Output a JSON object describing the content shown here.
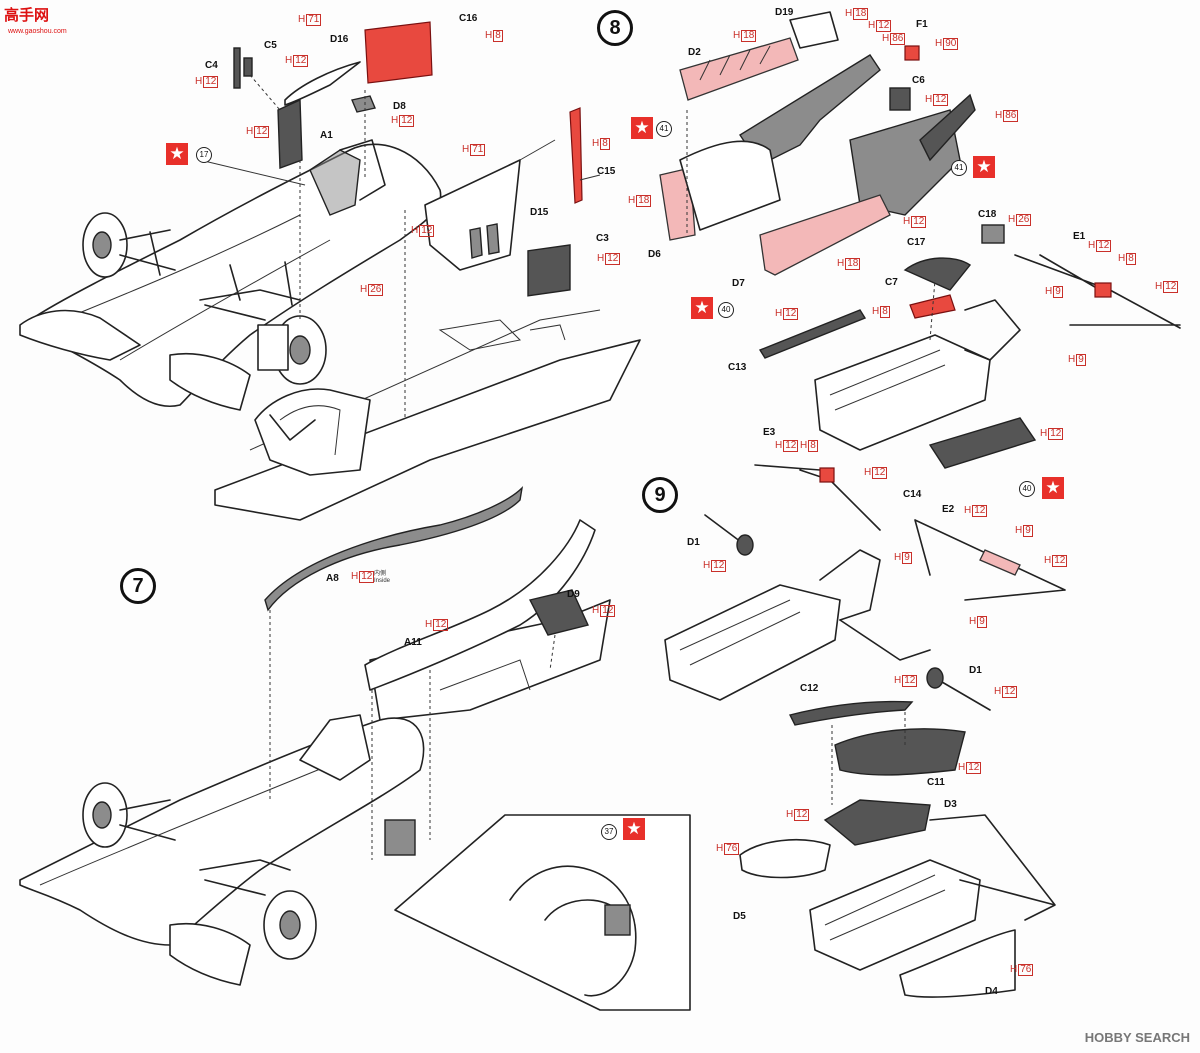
{
  "watermark": {
    "logo_text": "高手网",
    "logo_sub": "www.gaoshou.com",
    "footer": "HOBBY SEARCH"
  },
  "steps": [
    {
      "id": "step-7",
      "text": "7"
    },
    {
      "id": "step-8",
      "text": "8"
    },
    {
      "id": "step-9",
      "text": "9"
    }
  ],
  "marks": {
    "n17": "17",
    "n37": "37",
    "n40a": "40",
    "n40b": "40",
    "n41a": "41",
    "n41b": "41"
  },
  "star": "★",
  "inside": {
    "jp": "内側",
    "en": "Inside"
  },
  "parts": {
    "C16": "C16",
    "D16": "D16",
    "C5": "C5",
    "C4": "C4",
    "D8": "D8",
    "A1": "A1",
    "C15": "C15",
    "D15": "D15",
    "C3": "C3",
    "D19": "D19",
    "F1": "F1",
    "D2": "D2",
    "C6": "C6",
    "D6": "D6",
    "D7": "D7",
    "C18": "C18",
    "C17": "C17",
    "E1": "E1",
    "C7": "C7",
    "C13": "C13",
    "C14": "C14",
    "A8": "A8",
    "A11": "A11",
    "D9": "D9",
    "E3": "E3",
    "D1a": "D1",
    "E2": "E2",
    "D1b": "D1",
    "C12": "C12",
    "C11": "C11",
    "D3": "D3",
    "D5": "D5",
    "D4": "D4"
  },
  "paints": {
    "p01": "71",
    "p02": "8",
    "p03": "12",
    "p04": "12",
    "p05": "12",
    "p06": "12",
    "p07": "8",
    "p08": "71",
    "p09": "12",
    "p10": "12",
    "p11": "26",
    "p12": "18",
    "p13": "12",
    "p14": "86",
    "p15": "90",
    "p16": "18",
    "p17": "12",
    "p18": "86",
    "p19": "18",
    "p20": "12",
    "p21": "18",
    "p22": "26",
    "p23": "12",
    "p24": "8",
    "p25": "12",
    "p26": "9",
    "p27": "12",
    "p28": "8",
    "p29": "9",
    "p30": "12",
    "p31": "12",
    "p32": "12",
    "p33": "12",
    "p34": "12",
    "p35": "8",
    "p36": "12",
    "p37": "12",
    "p38": "12",
    "p39": "9",
    "p40": "12",
    "p41": "9",
    "p42": "9",
    "p43": "12",
    "p44": "12",
    "p45": "12",
    "p46": "12",
    "p47": "76",
    "p48": "76"
  }
}
